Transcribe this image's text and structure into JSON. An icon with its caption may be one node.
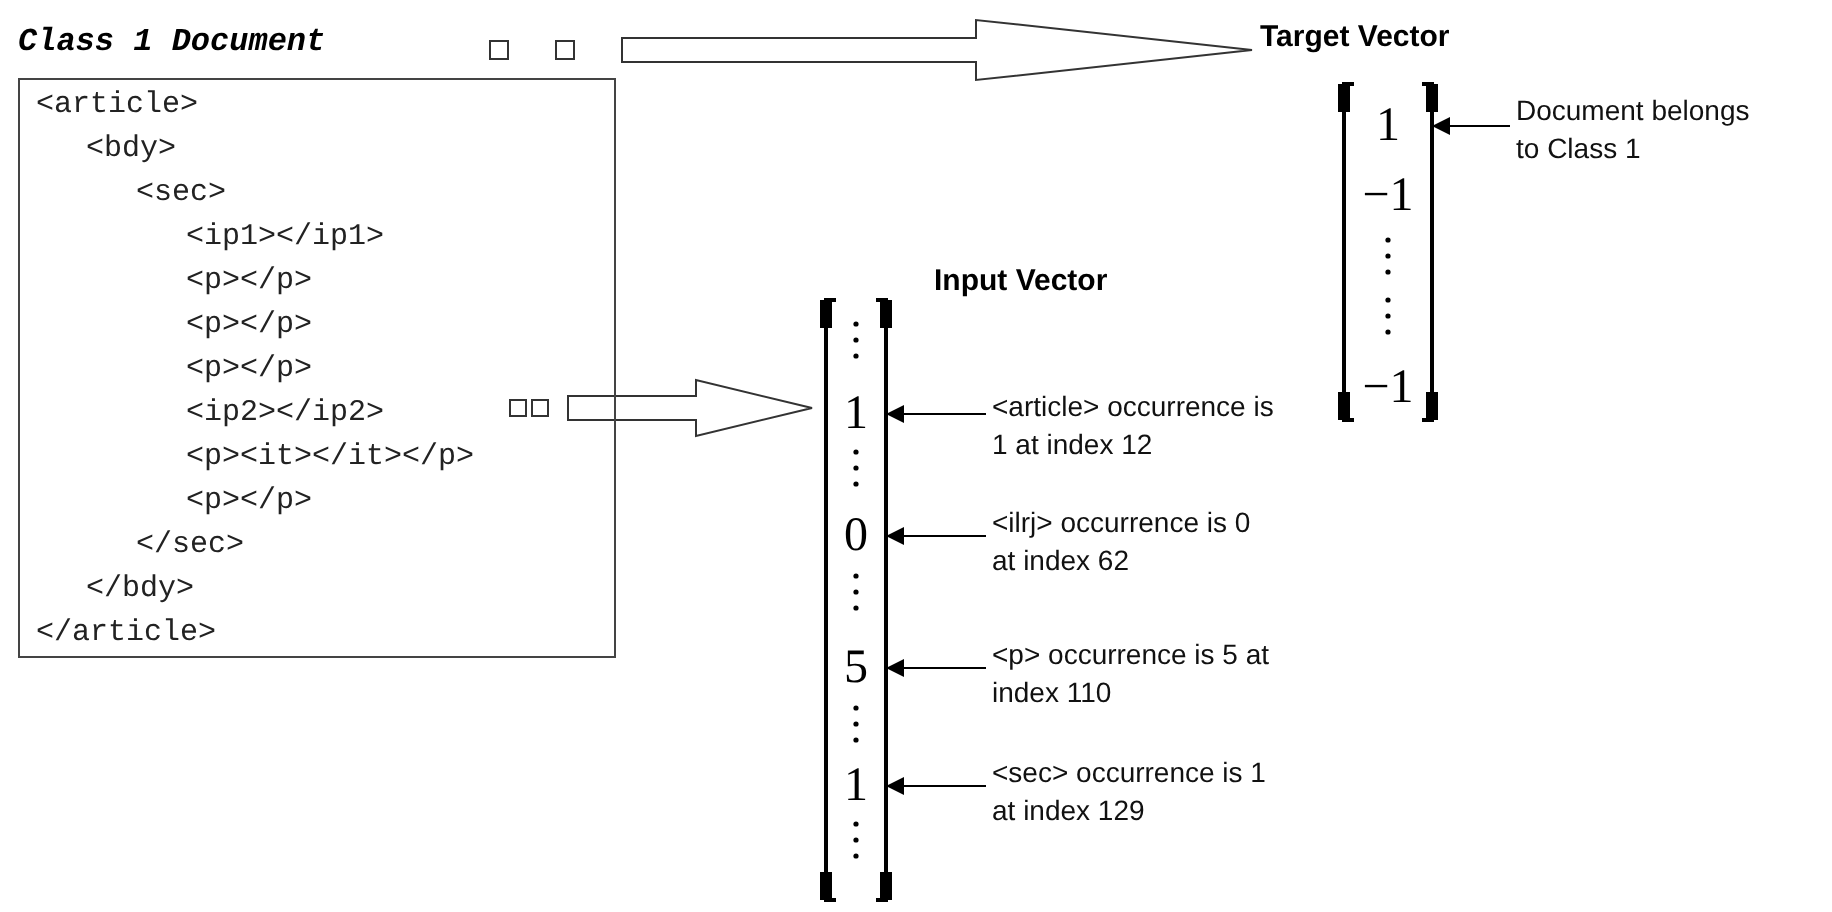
{
  "diagram": {
    "nodes": [
      {
        "text": [
          "Class 1 Document",
          "<article>",
          "<bdy>",
          "<sec>",
          "<ip1></ip1>",
          "<p></p>",
          "<p></p>",
          "<p></p>",
          "<ip2></ip2>",
          "<p><it></it></p>",
          "<p></p>",
          "</sec>",
          "</bdy>",
          "</article>"
        ]
      },
      {
        "text": [
          "Target Vector"
        ]
      },
      {
        "text": [
          "1"
        ],
        "in": 1
      },
      {
        "text": [
          "−1"
        ],
        "in": 1
      },
      {
        "text": [
          "−1"
        ],
        "in": 1
      },
      {
        "text": [
          "Document belongs to Class 1"
        ]
      },
      {
        "text": [
          "Input Vector"
        ]
      },
      {
        "text": [
          "1"
        ],
        "in": 6
      },
      {
        "text": [
          "0"
        ],
        "in": 6
      },
      {
        "text": [
          "5"
        ],
        "in": 6
      },
      {
        "text": [
          "1"
        ],
        "in": 6
      },
      {
        "text": [
          "<article> occurrence is 1 at index 12"
        ]
      },
      {
        "text": [
          "<ilrj> occurrence is 0 at index 62"
        ]
      },
      {
        "text": [
          "<p> occurrence is 5 at index 110"
        ]
      },
      {
        "text": [
          "<sec> occurrence is 1 at index 129"
        ]
      }
    ],
    "edges": [
      {
        "from": 0,
        "to": 1,
        "arrow": "to",
        "style": "thick"
      },
      {
        "from": 0,
        "to": 6,
        "arrow": "to",
        "style": "thick"
      },
      {
        "from": 5,
        "to": 2,
        "arrow": "to"
      },
      {
        "from": 11,
        "to": 7,
        "arrow": "to"
      },
      {
        "from": 12,
        "to": 8,
        "arrow": "to"
      },
      {
        "from": 13,
        "to": 9,
        "arrow": "to"
      },
      {
        "from": 14,
        "to": 10,
        "arrow": "to"
      }
    ]
  }
}
